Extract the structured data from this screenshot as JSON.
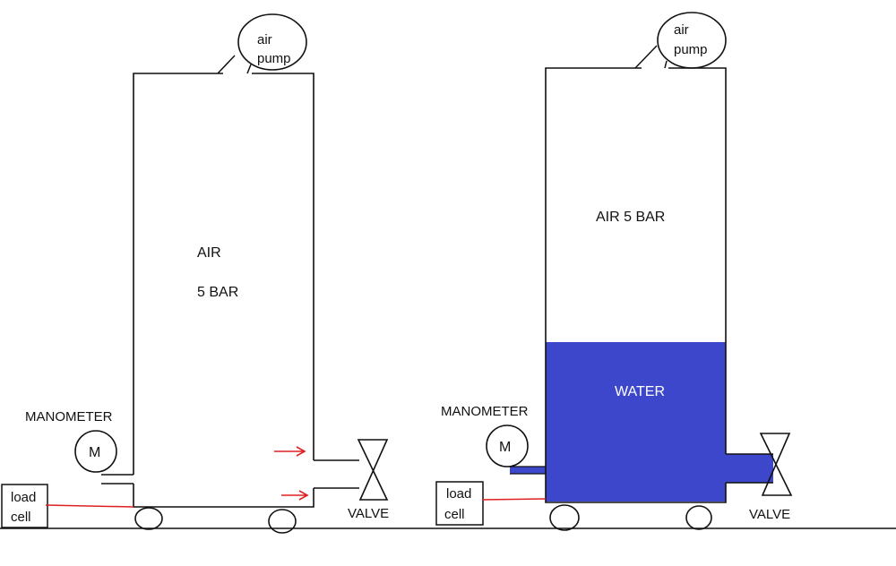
{
  "colors": {
    "line": "#111111",
    "water": "#3d47cc",
    "arrow": "#e02020",
    "background": "#ffffff"
  },
  "left_tank": {
    "air_label": "AIR",
    "pressure_label": "5 BAR",
    "pump_label_line1": "air",
    "pump_label_line2": "pump",
    "manometer_title": "MANOMETER",
    "manometer_symbol": "M",
    "load_cell_line1": "load",
    "load_cell_line2": "cell",
    "valve_label": "VALVE"
  },
  "right_tank": {
    "air_label": "AIR 5 BAR",
    "water_label": "WATER",
    "pump_label_line1": "air",
    "pump_label_line2": "pump",
    "manometer_title": "MANOMETER",
    "manometer_symbol": "M",
    "load_cell_line1": "load",
    "load_cell_line2": "cell",
    "valve_label": "VALVE"
  }
}
